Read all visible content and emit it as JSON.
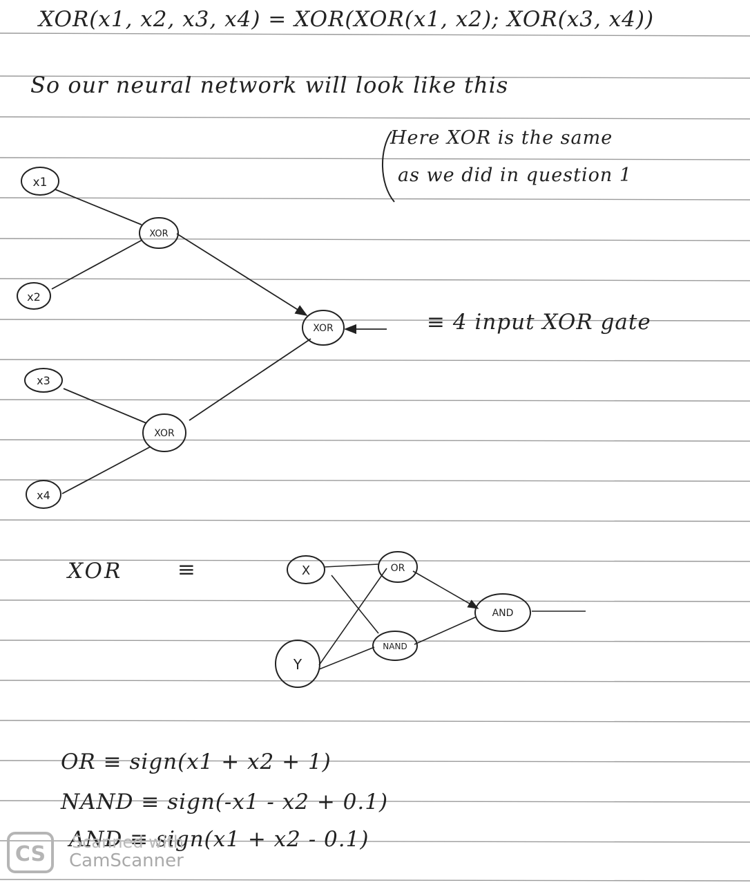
{
  "notes": {
    "line1": "XOR(x1, x2, x3, x4) = XOR(XOR(x1, x2); XOR(x3, x4))",
    "line2": "So our neural network will look like this",
    "note_line1": "Here XOR is the same",
    "note_line2": "as we did in question 1",
    "equiv_label": "≡ 4 input XOR gate",
    "xor_def_label": "XOR",
    "equiv_sign": "≡"
  },
  "network": {
    "inputs": [
      "x1",
      "x2",
      "x3",
      "x4"
    ],
    "hidden": [
      "XOR",
      "XOR"
    ],
    "output": "XOR"
  },
  "xor_network": {
    "inputs": [
      "X",
      "Y"
    ],
    "hidden": [
      "OR",
      "NAND"
    ],
    "output": "AND"
  },
  "equations": {
    "or": "OR ≡ sign(x1 + x2 + 1)",
    "nand": "NAND ≡ sign(-x1 - x2 + 0.1)",
    "and": "AND ≡ sign(x1 + x2 - 0.1)"
  },
  "watermark": {
    "logo": "CS",
    "line1": "Scanned with",
    "line2": "CamScanner"
  },
  "colors": {
    "paper": "#ffffff",
    "ruled_line": "#8c8c8c",
    "ink": "#1d1d1d",
    "watermark": "#b0b0b0"
  }
}
